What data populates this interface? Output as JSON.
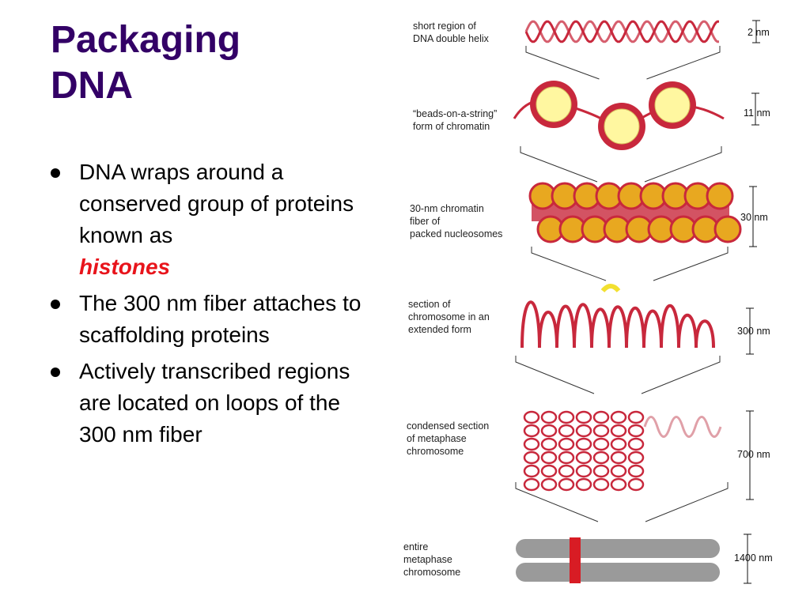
{
  "slide": {
    "title_line1": "Packaging",
    "title_line2": "DNA",
    "bullets": [
      {
        "text": "DNA wraps around a conserved group of proteins known as",
        "highlight": "histones"
      },
      {
        "text": "The 300 nm fiber attaches to scaffolding proteins"
      },
      {
        "text": "Actively transcribed regions are located on loops of the 300 nm fiber"
      }
    ]
  },
  "diagram": {
    "stages": [
      {
        "label_lines": [
          "short region of",
          "DNA double helix"
        ],
        "size": "2 nm"
      },
      {
        "label_lines": [
          "“beads-on-a-string”",
          "form of chromatin"
        ],
        "size": "11 nm"
      },
      {
        "label_lines": [
          "30-nm chromatin",
          "fiber of",
          "packed nucleosomes"
        ],
        "size": "30 nm"
      },
      {
        "label_lines": [
          "section of",
          "chromosome in an",
          "extended form"
        ],
        "size": "300 nm"
      },
      {
        "label_lines": [
          "condensed section",
          "of metaphase",
          "chromosome"
        ],
        "size": "700 nm"
      },
      {
        "label_lines": [
          "entire",
          "metaphase",
          "chromosome"
        ],
        "size": "1400 nm"
      }
    ],
    "colors": {
      "dna": "#c8283c",
      "histone_core": "#fff7a0",
      "fiber_bead": "#e8a820",
      "scaffold": "#f2e030",
      "chromosome": "#9a9a9a",
      "band": "#d81c24",
      "bracket": "#333333"
    }
  }
}
